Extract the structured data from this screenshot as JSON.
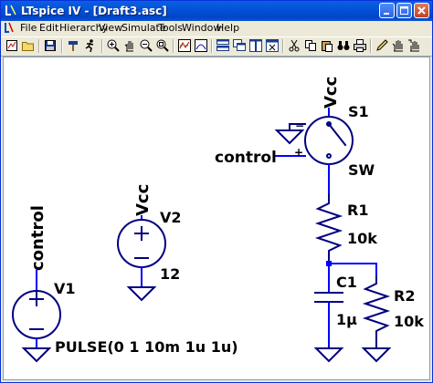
{
  "window": {
    "title": "LTspice IV - [Draft3.asc]"
  },
  "menu": {
    "items": [
      "File",
      "Edit",
      "Hierarchy",
      "View",
      "Simulate",
      "Tools",
      "Window",
      "Help"
    ]
  },
  "toolbar": {
    "buttons": [
      "new-schematic",
      "open",
      "save",
      "control-panel",
      "run",
      "zoom-in",
      "pan",
      "zoom-out",
      "zoom-fit",
      "waveform",
      "tile-vertical",
      "cascade",
      "tile",
      "cut",
      "copy",
      "paste",
      "find",
      "print",
      "move",
      "drag"
    ]
  },
  "schematic": {
    "components": {
      "v1": {
        "ref": "V1",
        "value": "PULSE(0 1 10m 1u 1u)"
      },
      "v2": {
        "ref": "V2",
        "value": "12"
      },
      "s1": {
        "ref": "S1",
        "value": "SW"
      },
      "r1": {
        "ref": "R1",
        "value": "10k"
      },
      "r2": {
        "ref": "R2",
        "value": "10k"
      },
      "c1": {
        "ref": "C1",
        "value": "1μ"
      }
    },
    "net_labels": {
      "vcc_v2": "Vcc",
      "vcc_s1": "Vcc",
      "control_v1": "control",
      "control_s1": "control"
    },
    "switch_pins": {
      "minus": "−",
      "plus": "+"
    },
    "colors": {
      "wire": "#0000ff",
      "component": "#000080",
      "text": "#000000",
      "canvas": "#ffffff"
    }
  }
}
